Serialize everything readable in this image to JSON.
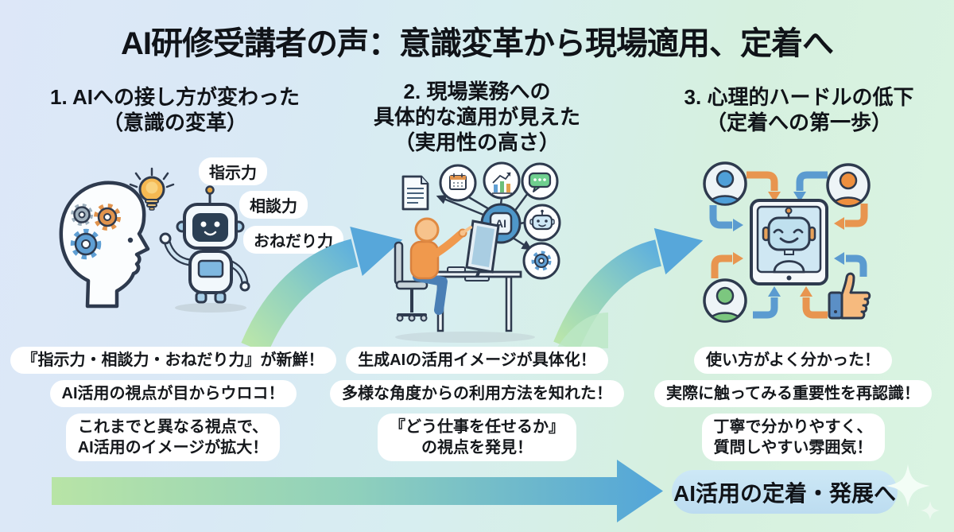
{
  "title": "AI研修受講者の声：意識変革から現場適用、定着へ",
  "columns": [
    {
      "title_lines": [
        "1. AIへの接し方が変わった",
        "（意識の変革）"
      ],
      "speech_labels": [
        "指示力",
        "相談力",
        "おねだり力"
      ],
      "quotes": [
        [
          "『指示力・相談力・おねだり力』が新鮮！"
        ],
        [
          "AI活用の視点が目からウロコ！"
        ],
        [
          "これまでと異なる視点で、",
          "AI活用のイメージが拡大！"
        ]
      ]
    },
    {
      "title_lines": [
        "2. 現場業務への",
        "具体的な適用が見えた",
        "（実用性の高さ）"
      ],
      "hub_label": "AI",
      "quotes": [
        [
          "生成AIの活用イメージが具体化！"
        ],
        [
          "多様な角度からの利用方法を知れた！"
        ],
        [
          "『どう仕事を任せるか』",
          "の視点を発見！"
        ]
      ]
    },
    {
      "title_lines": [
        "3. 心理的ハードルの低下",
        "（定着への第一歩）"
      ],
      "quotes": [
        [
          "使い方がよく分かった！"
        ],
        [
          "実際に触ってみる重要性を再認識！"
        ],
        [
          "丁寧で分かりやすく、",
          "質問しやすい雰囲気！"
        ]
      ]
    }
  ],
  "footer": {
    "goal_label": "AI活用の定着・発展へ"
  },
  "icons": {
    "column1": [
      "human-head-gears-icon",
      "lightbulb-icon",
      "robot-icon",
      "speech-bubble-icon"
    ],
    "column2": [
      "document-icon",
      "calendar-icon",
      "bar-chart-icon",
      "chat-icon",
      "ai-hub-icon",
      "robot-face-icon",
      "gear-icon",
      "person-at-desk-icon"
    ],
    "column3": [
      "user-avatar-blue-icon",
      "user-avatar-orange-icon",
      "user-avatar-green-icon",
      "tablet-robot-icon",
      "thumbs-up-icon",
      "cycle-arrow-icon"
    ],
    "footer": [
      "flow-arrow-icon",
      "sparkle-icon"
    ]
  },
  "colors": {
    "background_left": "#dde7f8",
    "background_right": "#daf4e2",
    "arrow_green": "#b8e4a6",
    "arrow_blue": "#52a5d9",
    "quote_bubble_bg": "#ffffff",
    "goal_pill_bg": "#c6e2f2",
    "text": "#15181c",
    "orange": "#e8954f",
    "blue": "#4f9fd8",
    "green": "#7cc77f",
    "navy_outline": "#2e3a4e"
  }
}
